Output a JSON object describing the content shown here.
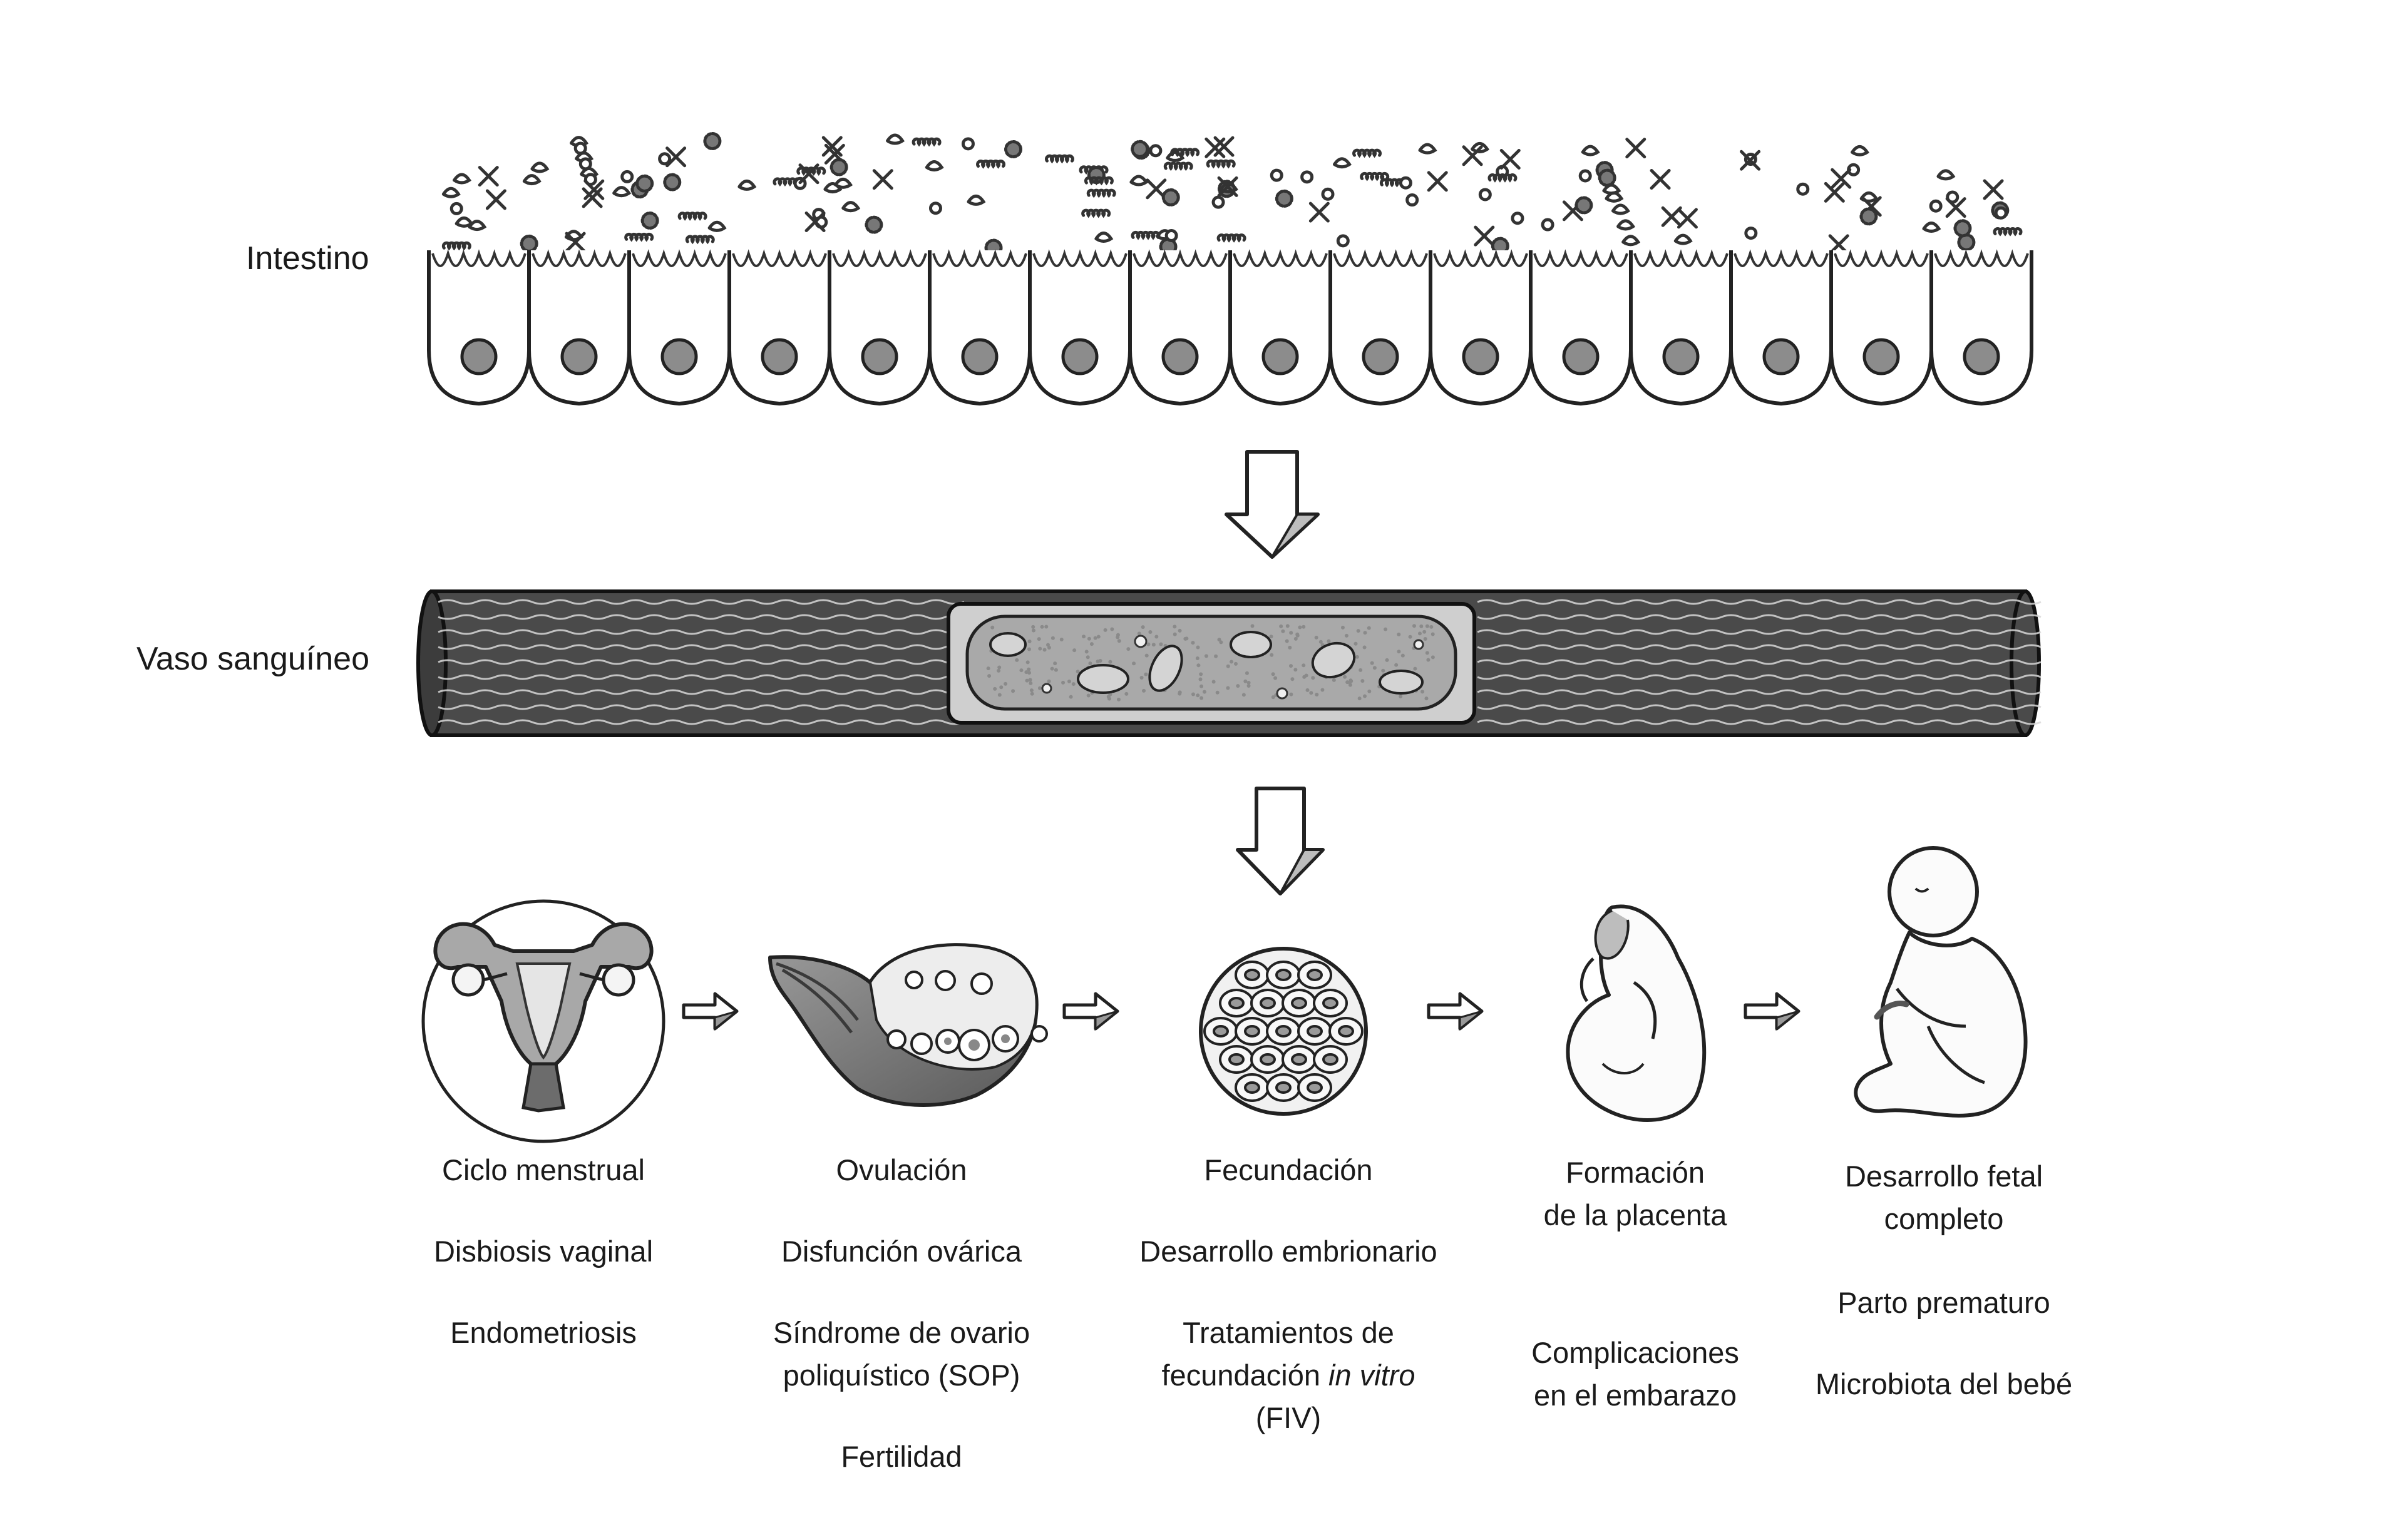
{
  "rows": {
    "intestine": "Intestino",
    "vessel": "Vaso sanguíneo"
  },
  "stages": [
    {
      "icon": "uterus-icon",
      "title": "Ciclo menstrual",
      "items": [
        "Disbiosis vaginal",
        "Endometriosis"
      ]
    },
    {
      "icon": "ovary-icon",
      "title": "Ovulación",
      "items": [
        "Disfunción ovárica",
        "Síndrome de ovario",
        "poliquístico (SOP)",
        "Fertilidad"
      ]
    },
    {
      "icon": "embryo-cells-icon",
      "title": "Fecundación",
      "items": [
        "Desarrollo embrionario",
        "Tratamientos de",
        "fecundación",
        "in vitro",
        "(FIV)"
      ]
    },
    {
      "icon": "early-fetus-icon",
      "title": [
        "Formación",
        "de la placenta"
      ],
      "items": [
        "Complicaciones",
        "en el embarazo"
      ]
    },
    {
      "icon": "fetus-icon",
      "title": [
        "Desarrollo fetal",
        "completo"
      ],
      "items": [
        "Parto prematuro",
        "Microbiota del bebé"
      ]
    }
  ]
}
